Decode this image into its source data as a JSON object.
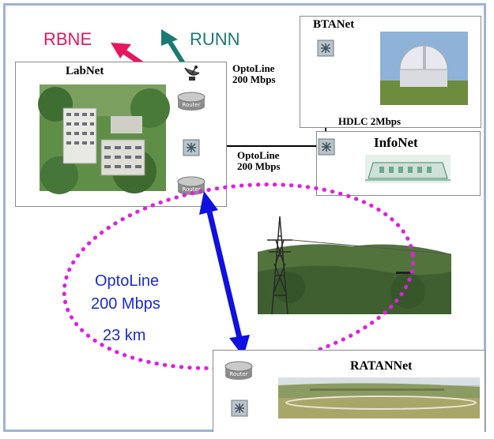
{
  "labels": {
    "rbne": "RBNE",
    "runn": "RUNN",
    "labnet": "LabNet",
    "btanet": "BTANet",
    "infonet": "InfoNet",
    "ratannet": "RATANNet",
    "optoline_top_1": "OptoLine",
    "optoline_top_2": "200 Mbps",
    "optoline_mid_1": "OptoLine",
    "optoline_mid_2": "200 Mbps",
    "hdlc": "HDLC 2Mbps",
    "optoline_long": "OptoLine",
    "optoline_long_rate": "200 Mbps",
    "distance": "23 km",
    "router": "Router"
  },
  "colors": {
    "rbne": "#e8175d",
    "runn": "#1a7a72",
    "frame": "#9fb3d6",
    "long_link": "#1010e0",
    "dotted_ring": "#e020e0",
    "opto_text": "#1c2bd0"
  }
}
